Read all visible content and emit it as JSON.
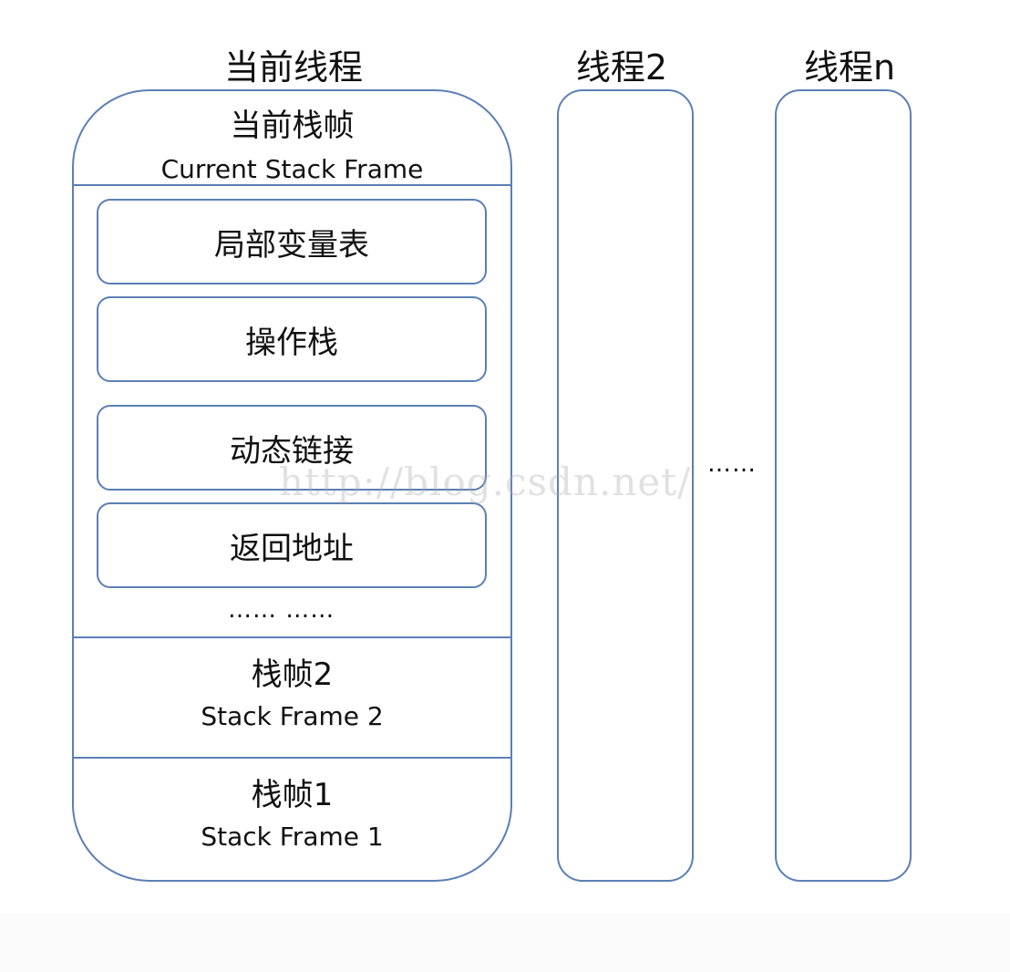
{
  "titles": {
    "current_thread": "当前线程",
    "thread_2": "线程2",
    "thread_n": "线程n"
  },
  "current_frame": {
    "cn": "当前栈帧",
    "en": "Current Stack Frame"
  },
  "frame_items": [
    "局部变量表",
    "操作栈",
    "动态链接",
    "返回地址"
  ],
  "frame_ellipsis": "…… ……",
  "stack_frame_2": {
    "cn": "栈帧2",
    "en": "Stack Frame 2"
  },
  "stack_frame_1": {
    "cn": "栈帧1",
    "en": "Stack Frame 1"
  },
  "between_threads_ellipsis": "……",
  "watermark": "http://blog.csdn.net/",
  "colors": {
    "border": "#5b7fb5",
    "text": "#111111",
    "background": "#ffffff"
  }
}
